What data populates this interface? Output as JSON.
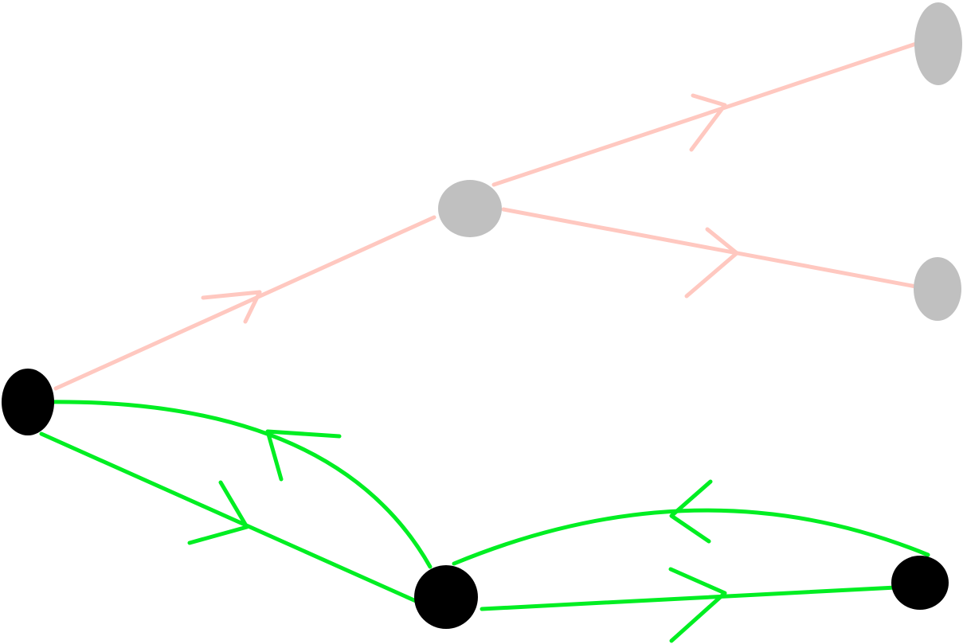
{
  "colors": {
    "background": "#ffffff",
    "active_node": "#000000",
    "inactive_node": "#c0c0c0",
    "active_edge": "#00ee22",
    "inactive_edge": "#ffc8c0"
  },
  "nodes": [
    {
      "id": "a",
      "state": "active"
    },
    {
      "id": "b",
      "state": "active"
    },
    {
      "id": "c",
      "state": "active"
    },
    {
      "id": "d",
      "state": "inactive"
    },
    {
      "id": "e",
      "state": "inactive"
    },
    {
      "id": "f",
      "state": "inactive"
    }
  ],
  "edges": [
    {
      "from": "a",
      "to": "d",
      "state": "inactive"
    },
    {
      "from": "d",
      "to": "e",
      "state": "inactive"
    },
    {
      "from": "d",
      "to": "f",
      "state": "inactive"
    },
    {
      "from": "a",
      "to": "b",
      "state": "active"
    },
    {
      "from": "b",
      "to": "a",
      "state": "active"
    },
    {
      "from": "b",
      "to": "c",
      "state": "active"
    },
    {
      "from": "c",
      "to": "b",
      "state": "active"
    }
  ]
}
